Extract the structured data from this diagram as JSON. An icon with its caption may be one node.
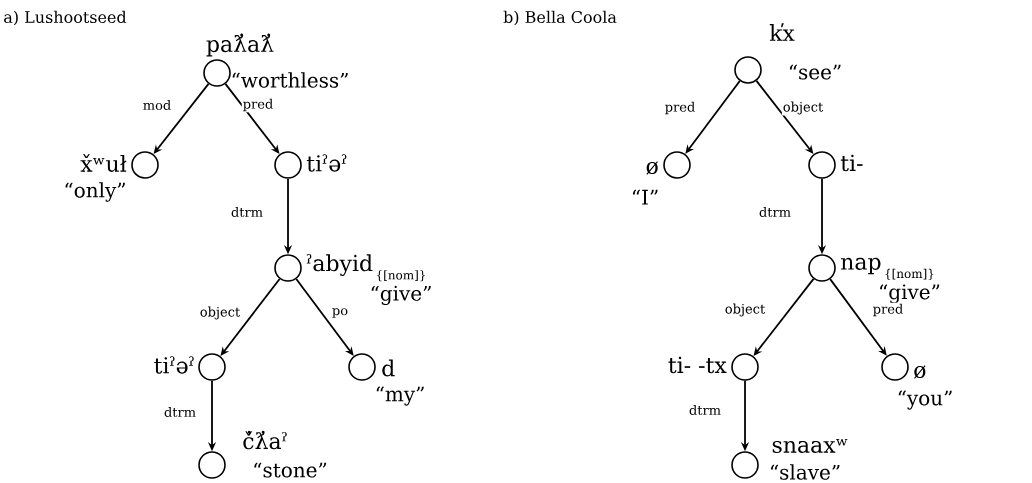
{
  "diagram": {
    "nodes": [
      {
        "text": [
          "paƛ̓aƛ̓",
          "“worthless”"
        ]
      },
      {
        "text": [
          "x̌ʷuł",
          "“only”"
        ]
      },
      {
        "text": [
          "tiˀəˀ"
        ]
      },
      {
        "text": [
          "ˀabyid",
          "{[nom]}",
          "“give”"
        ]
      },
      {
        "text": [
          "tiˀəˀ"
        ]
      },
      {
        "text": [
          "d",
          "“my”"
        ]
      },
      {
        "text": [
          "č̓ƛ̓aˀ",
          "“stone”"
        ]
      },
      {
        "text": [
          "k̕x",
          "“see”"
        ]
      },
      {
        "text": [
          "ø",
          "“I”"
        ]
      },
      {
        "text": [
          "ti-"
        ]
      },
      {
        "text": [
          "nap",
          "{[nom]}",
          "“give”"
        ]
      },
      {
        "text": [
          "ti- -tx"
        ]
      },
      {
        "text": [
          "ø",
          "“you”"
        ]
      },
      {
        "text": [
          "snaaxʷ",
          "“slave”"
        ]
      }
    ],
    "edges": [
      {
        "from": 0,
        "to": 1,
        "arrow": "to",
        "label": "mod"
      },
      {
        "from": 0,
        "to": 2,
        "arrow": "to",
        "label": "pred"
      },
      {
        "from": 2,
        "to": 3,
        "arrow": "to",
        "label": "dtrm"
      },
      {
        "from": 3,
        "to": 4,
        "arrow": "to",
        "label": "object"
      },
      {
        "from": 3,
        "to": 5,
        "arrow": "to",
        "label": "po"
      },
      {
        "from": 4,
        "to": 6,
        "arrow": "to",
        "label": "dtrm"
      },
      {
        "from": 7,
        "to": 8,
        "arrow": "to",
        "label": "pred"
      },
      {
        "from": 7,
        "to": 9,
        "arrow": "to",
        "label": "object"
      },
      {
        "from": 9,
        "to": 10,
        "arrow": "to",
        "label": "dtrm"
      },
      {
        "from": 10,
        "to": 11,
        "arrow": "to",
        "label": "object"
      },
      {
        "from": 10,
        "to": 12,
        "arrow": "to",
        "label": "pred"
      },
      {
        "from": 11,
        "to": 13,
        "arrow": "to",
        "label": "dtrm"
      }
    ],
    "labels": [
      "a) Lushootseed",
      "b) Bella Coola"
    ]
  }
}
